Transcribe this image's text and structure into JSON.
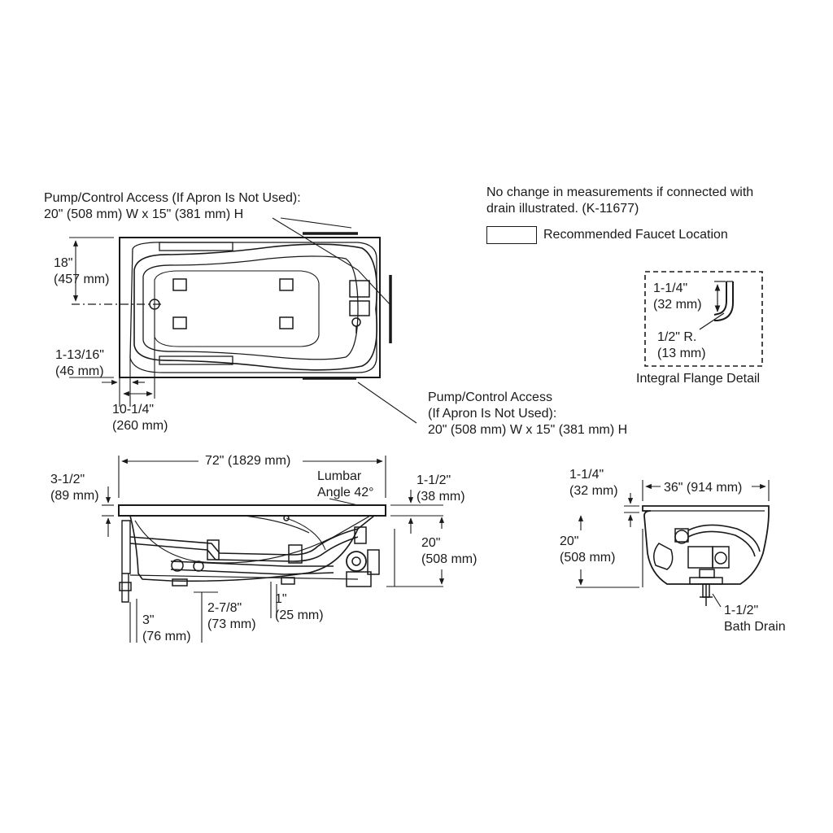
{
  "top_view": {
    "pump_access_top": {
      "line1": "Pump/Control Access (If Apron Is Not Used):",
      "line2": "20\" (508 mm) W x 15\" (381 mm) H"
    },
    "pump_access_right": {
      "line1": "Pump/Control Access",
      "line2": "(If Apron Is Not Used):",
      "line3": "20\" (508 mm) W x 15\" (381 mm) H"
    },
    "dim_18": {
      "imperial": "18\"",
      "metric": "(457 mm)"
    },
    "dim_1_13_16": {
      "imperial": "1-13/16\"",
      "metric": "(46 mm)"
    },
    "dim_10_1_4": {
      "imperial": "10-1/4\"",
      "metric": "(260 mm)"
    }
  },
  "notes": {
    "measurement_note_line1": "No change in measurements if connected with",
    "measurement_note_line2": "drain illustrated. (K-11677)",
    "legend_label": "Recommended Faucet Location"
  },
  "flange_detail": {
    "dim_1_1_4": {
      "imperial": "1-1/4\"",
      "metric": "(32 mm)"
    },
    "radius": {
      "imperial": "1/2\" R.",
      "metric": "(13 mm)"
    },
    "caption": "Integral Flange Detail"
  },
  "side_view": {
    "length": "72\" (1829 mm)",
    "lumbar_line1": "Lumbar",
    "lumbar_line2": "Angle 42°",
    "dim_3_1_2": {
      "imperial": "3-1/2\"",
      "metric": "(89 mm)"
    },
    "dim_1_1_2": {
      "imperial": "1-1/2\"",
      "metric": "(38 mm)"
    },
    "dim_20": {
      "imperial": "20\"",
      "metric": "(508 mm)"
    },
    "dim_3": {
      "imperial": "3\"",
      "metric": "(76 mm)"
    },
    "dim_2_7_8": {
      "imperial": "2-7/8\"",
      "metric": "(73 mm)"
    },
    "dim_1": {
      "imperial": "1\"",
      "metric": "(25 mm)"
    }
  },
  "end_view": {
    "dim_1_1_4": {
      "imperial": "1-1/4\"",
      "metric": "(32 mm)"
    },
    "width": "36\" (914 mm)",
    "dim_20": {
      "imperial": "20\"",
      "metric": "(508 mm)"
    },
    "bath_drain_line1": "1-1/2\"",
    "bath_drain_line2": "Bath Drain"
  }
}
